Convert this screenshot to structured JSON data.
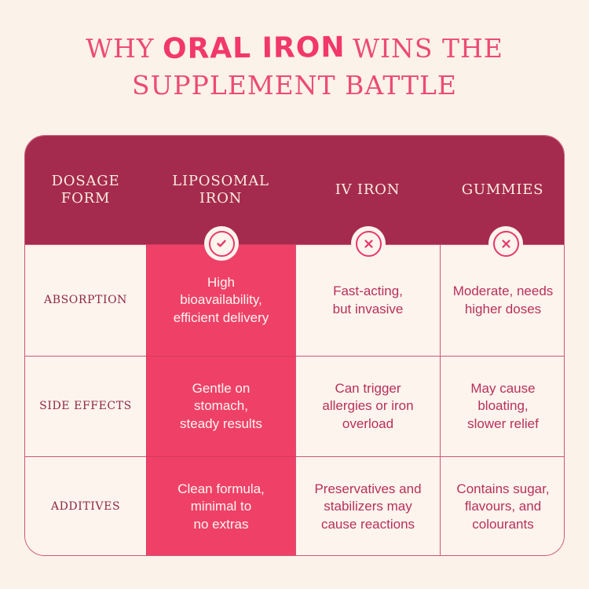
{
  "title": {
    "pre": "WHY",
    "highlight": "ORAL IRON",
    "post": "WINS THE",
    "line2": "SUPPLEMENT BATTLE"
  },
  "colors": {
    "page_bg": "#fbf2ea",
    "header_bg": "#a52b4e",
    "header_text": "#f9ecdf",
    "highlight_bg": "#ef4168",
    "highlight_text": "#fdf5ef",
    "cell_bg": "#fcf4ed",
    "cell_text": "#b8305a",
    "label_text": "#8e2746",
    "grid_border": "#cf5577",
    "title_serif": "#ec4b72",
    "title_script": "#f2386a",
    "icon_stroke": "#e8376a"
  },
  "table": {
    "columns": [
      {
        "header": "DOSAGE\nFORM",
        "verdict_icon": ""
      },
      {
        "header": "LIPOSOMAL IRON",
        "verdict_icon": "check-icon"
      },
      {
        "header": "IV IRON",
        "verdict_icon": "cross-icon"
      },
      {
        "header": "GUMMIES",
        "verdict_icon": "cross-icon"
      }
    ],
    "rows": [
      {
        "label": "ABSORPTION",
        "cells": [
          "High\nbioavailability,\nefficient delivery",
          "Fast-acting,\nbut invasive",
          "Moderate, needs\nhigher doses"
        ]
      },
      {
        "label": "SIDE EFFECTS",
        "cells": [
          "Gentle on\nstomach,\nsteady results",
          "Can trigger\nallergies or iron\noverload",
          "May cause\nbloating,\nslower relief"
        ]
      },
      {
        "label": "ADDITIVES",
        "cells": [
          "Clean formula,\nminimal to\nno extras",
          "Preservatives and\nstabilizers may\ncause reactions",
          "Contains sugar,\nflavours, and\ncolourants"
        ]
      }
    ]
  }
}
